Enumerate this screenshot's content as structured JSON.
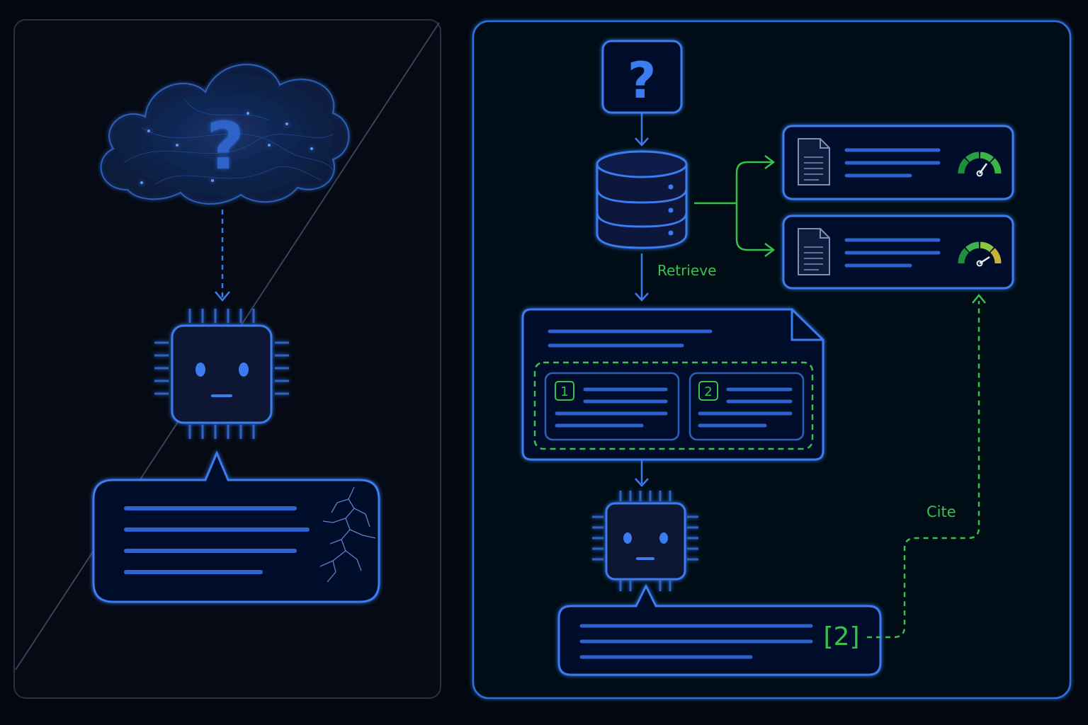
{
  "left_panel": {
    "cloud_symbol": "?",
    "accent": "#2f6fe0",
    "dim_line": "#1d3f86"
  },
  "right_panel": {
    "query_symbol": "?",
    "retrieve_label": "Retrieve",
    "cite_label": "Cite",
    "chunk_badges": [
      "1",
      "2"
    ],
    "citation": "[2]",
    "accent": "#3a7bf0",
    "green": "#37c24a",
    "gauge_colors": [
      "#1f8f3a",
      "#3cb34a",
      "#8cc63f",
      "#c8b23a"
    ]
  },
  "icons": {
    "cloud": "cloud-icon",
    "chip": "chip-icon",
    "database": "database-icon",
    "document": "document-icon",
    "gauge": "gauge-icon",
    "crack": "crack-icon"
  }
}
